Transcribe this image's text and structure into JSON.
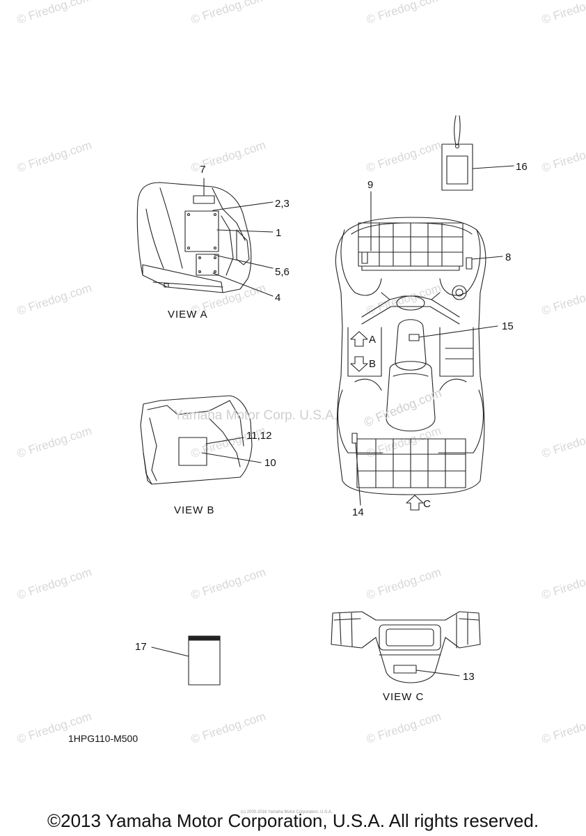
{
  "watermark": {
    "text": "© Firedog.com",
    "center_text": "Yamaha Motor Corp. U.S.A.",
    "center_text2": "© Firedog.com"
  },
  "callouts": {
    "c7": "7",
    "c23": "2,3",
    "c1": "1",
    "c56": "5,6",
    "c4": "4",
    "c9": "9",
    "c8": "8",
    "c15": "15",
    "c16": "16",
    "c1112": "11,12",
    "c10": "10",
    "c14": "14",
    "c17": "17",
    "c13": "13"
  },
  "views": {
    "a": "VIEW A",
    "b": "VIEW B",
    "c": "VIEW C"
  },
  "arrows": {
    "a": "A",
    "b": "B",
    "c": "C"
  },
  "part_code": "1HPG110-M500",
  "tiny_copyright": "(c) 2005-2016 Yamaha Motor Corporation, U.S.A.",
  "copyright": "©2013 Yamaha Motor Corporation, U.S.A. All rights reserved.",
  "colors": {
    "line": "#222222",
    "watermark": "#d7d7d7"
  }
}
